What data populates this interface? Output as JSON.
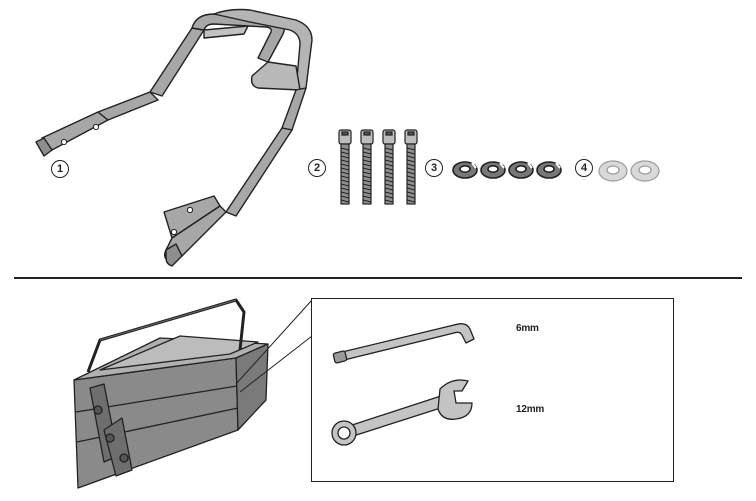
{
  "parts": [
    {
      "number": "1",
      "name": "rack-frame"
    },
    {
      "number": "2",
      "name": "bolts",
      "count": 4
    },
    {
      "number": "3",
      "name": "lock-washers",
      "count": 4
    },
    {
      "number": "4",
      "name": "flat-washers",
      "count": 2
    }
  ],
  "tools": [
    {
      "name": "hex-key",
      "size": "6mm"
    },
    {
      "name": "wrench",
      "size": "12mm"
    }
  ],
  "colors": {
    "line": "#222222",
    "frame_fill": "#a7a7a7",
    "box_fill": "#9a9a9a",
    "washer_light": "#d9d9d9"
  }
}
